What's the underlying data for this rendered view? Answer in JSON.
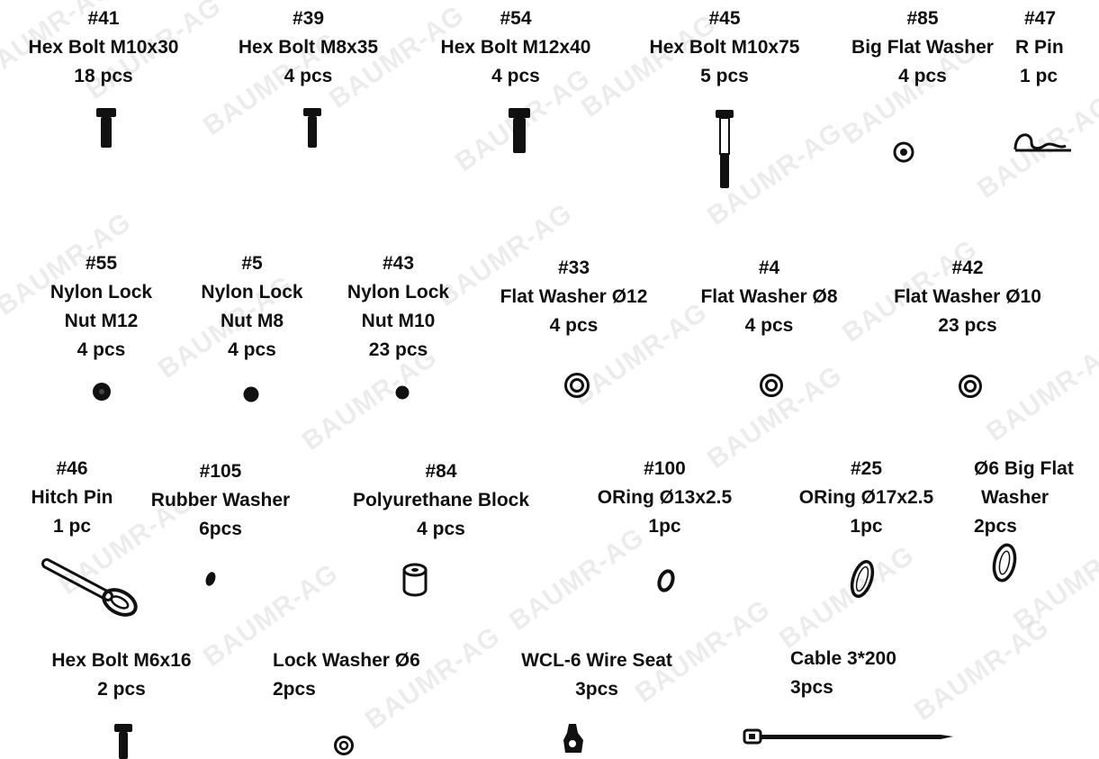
{
  "watermark": "BAUMR-AG",
  "colors": {
    "ink": "#111111",
    "background": "#ffffff"
  },
  "parts": [
    {
      "number": "#41",
      "name": "Hex Bolt M10x30",
      "qty": "18 pcs",
      "icon": "hex-bolt-icon"
    },
    {
      "number": "#39",
      "name": "Hex Bolt M8x35",
      "qty": "4 pcs",
      "icon": "hex-bolt-icon"
    },
    {
      "number": "#54",
      "name": "Hex Bolt M12x40",
      "qty": "4 pcs",
      "icon": "hex-bolt-icon"
    },
    {
      "number": "#45",
      "name": "Hex Bolt M10x75",
      "qty": "5 pcs",
      "icon": "long-hex-bolt-icon"
    },
    {
      "number": "#85",
      "name": "Big Flat Washer",
      "qty": "4 pcs",
      "icon": "washer-icon"
    },
    {
      "number": "#47",
      "name": "R  Pin",
      "qty": "1 pc",
      "icon": "r-pin-icon"
    },
    {
      "number": "#55",
      "name": "Nylon Lock",
      "name2": "Nut M12",
      "qty": "4 pcs",
      "icon": "nut-icon"
    },
    {
      "number": "#5",
      "name": "Nylon Lock",
      "name2": "Nut M8",
      "qty": "4 pcs",
      "icon": "nut-icon"
    },
    {
      "number": "#43",
      "name": "Nylon Lock",
      "name2": "Nut M10",
      "qty": "23 pcs",
      "icon": "nut-icon"
    },
    {
      "number": "#33",
      "name": "Flat Washer Ø12",
      "qty": "4 pcs",
      "icon": "washer-icon"
    },
    {
      "number": "#4",
      "name": "Flat Washer Ø8",
      "qty": "4 pcs",
      "icon": "washer-icon"
    },
    {
      "number": "#42",
      "name": "Flat Washer Ø10",
      "qty": "23 pcs",
      "icon": "washer-icon"
    },
    {
      "number": "#46",
      "name": "Hitch Pin",
      "qty": "1 pc",
      "icon": "hitch-pin-icon"
    },
    {
      "number": "#105",
      "name": "Rubber Washer",
      "qty": "6pcs",
      "icon": "rubber-washer-icon"
    },
    {
      "number": "#84",
      "name": "Polyurethane Block",
      "qty": "4 pcs",
      "icon": "block-icon"
    },
    {
      "number": "#100",
      "name": "ORing Ø13x2.5",
      "qty": "1pc",
      "icon": "o-ring-icon"
    },
    {
      "number": "#25",
      "name": "ORing Ø17x2.5",
      "qty": "1pc",
      "icon": "o-ring-icon"
    },
    {
      "name": "Ø6 Big Flat",
      "name2": "Washer",
      "qty": "2pcs",
      "icon": "o-ring-icon"
    },
    {
      "name": "Hex Bolt M6x16",
      "qty": "2 pcs",
      "icon": "hex-bolt-icon"
    },
    {
      "name": "Lock Washer Ø6",
      "qty": "2pcs",
      "icon": "lock-washer-icon"
    },
    {
      "name": "WCL-6  Wire Seat",
      "qty": "3pcs",
      "icon": "wire-seat-icon"
    },
    {
      "name": "Cable  3*200",
      "qty": "3pcs",
      "icon": "cable-tie-icon"
    }
  ]
}
